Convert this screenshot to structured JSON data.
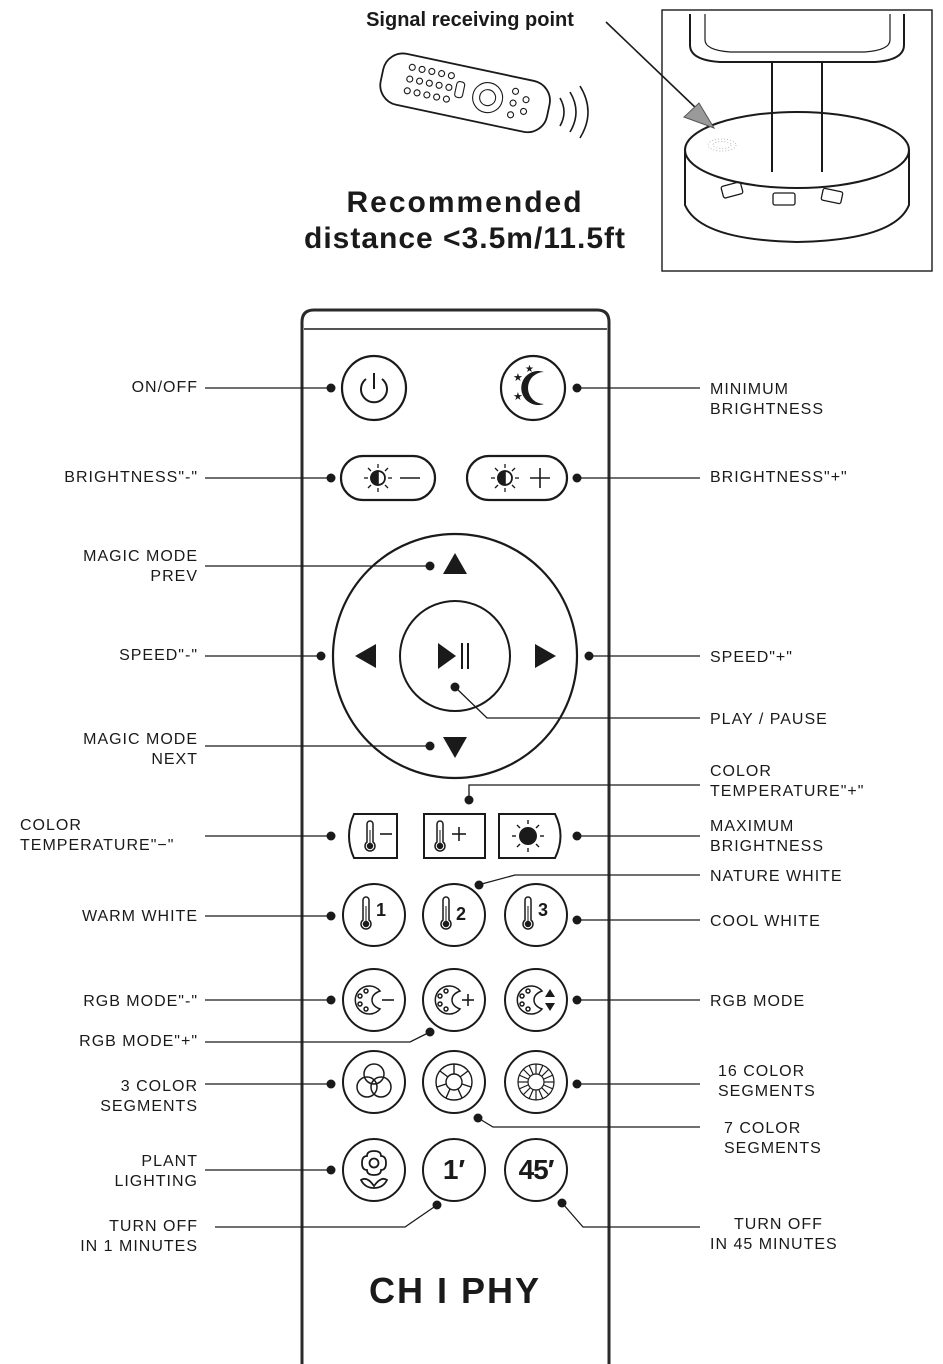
{
  "header": {
    "signal_label": "Signal receiving point",
    "distance_line1": "Recommended",
    "distance_line2": "distance <3.5m/11.5ft"
  },
  "brand": "CH I PHY",
  "buttons": {
    "on_off": "ON/OFF",
    "minimum_brightness_1": "MINIMUM",
    "minimum_brightness_2": "BRIGHTNESS",
    "brightness_minus": "BRIGHTNESS\"-\"",
    "brightness_plus": "BRIGHTNESS\"+\"",
    "magic_prev_1": "MAGIC MODE",
    "magic_prev_2": "PREV",
    "speed_minus": "SPEED\"-\"",
    "speed_plus": "SPEED\"+\"",
    "play_pause": "PLAY / PAUSE",
    "magic_next_1": "MAGIC MODE",
    "magic_next_2": "NEXT",
    "ct_plus_1": "COLOR",
    "ct_plus_2": "TEMPERATURE\"+\"",
    "ct_minus_1": "COLOR",
    "ct_minus_2": "TEMPERATURE\"−\"",
    "max_brightness_1": "MAXIMUM",
    "max_brightness_2": "BRIGHTNESS",
    "nature_white": "NATURE WHITE",
    "warm_white": "WARM WHITE",
    "cool_white": "COOL WHITE",
    "rgb_minus": "RGB MODE\"-\"",
    "rgb_mode": "RGB MODE",
    "rgb_plus": "RGB MODE\"+\"",
    "seg3_1": "3 COLOR",
    "seg3_2": "SEGMENTS",
    "seg16_1": "16 COLOR",
    "seg16_2": "SEGMENTS",
    "seg7_1": "7 COLOR",
    "seg7_2": "SEGMENTS",
    "plant_1": "PLANT",
    "plant_2": "LIGHTING",
    "off1_1": "TURN OFF",
    "off1_2": "IN 1 MINUTES",
    "off45_1": "TURN OFF",
    "off45_2": "IN 45 MINUTES",
    "timer_1": "1′",
    "timer_45": "45′"
  }
}
